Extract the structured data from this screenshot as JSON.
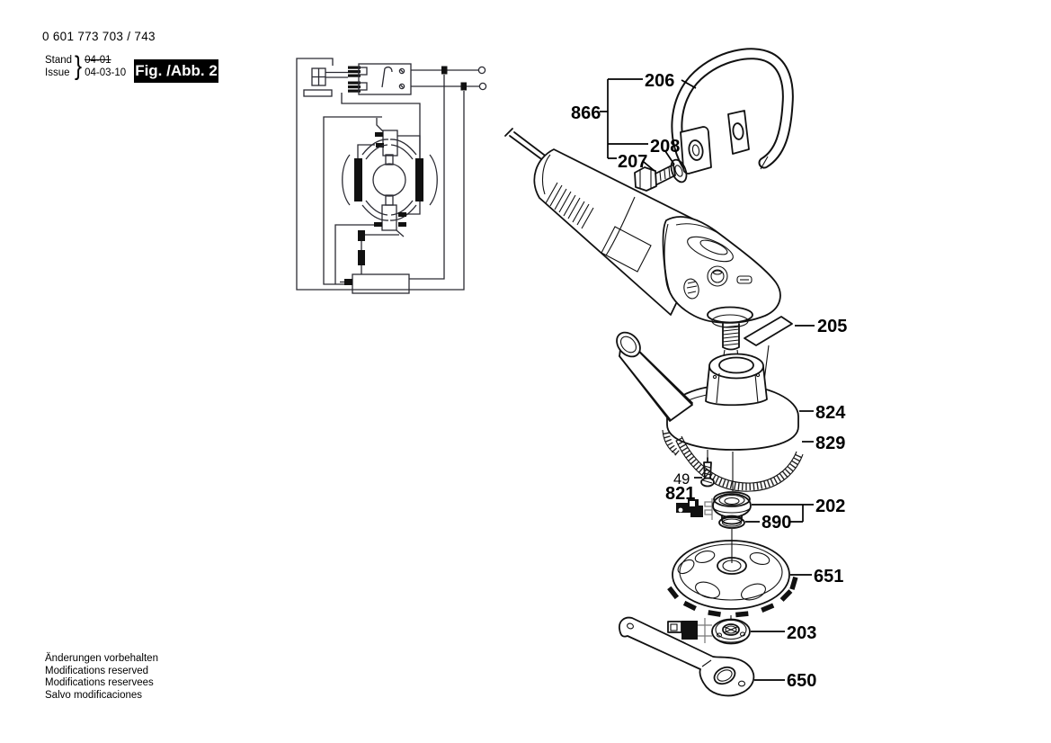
{
  "header": {
    "part_number": "0 601 773 703 / 743",
    "stand_label": "Stand",
    "issue_label": "Issue",
    "brace": "}",
    "date_old": "04-01",
    "date_new": "04-03-10",
    "figure_label": "Fig. /Abb. 2"
  },
  "footer": {
    "lines": [
      "Änderungen vorbehalten",
      "Modifications reserved",
      "Modifications reservees",
      "Salvo modificaciones"
    ]
  },
  "part_labels": {
    "p206": "206",
    "p866": "866",
    "p208": "208",
    "p207": "207",
    "p205": "205",
    "p824": "824",
    "p829": "829",
    "p49": "49",
    "p821": "821",
    "p202": "202",
    "p890": "890",
    "p651": "651",
    "p203": "203",
    "p650": "650"
  }
}
